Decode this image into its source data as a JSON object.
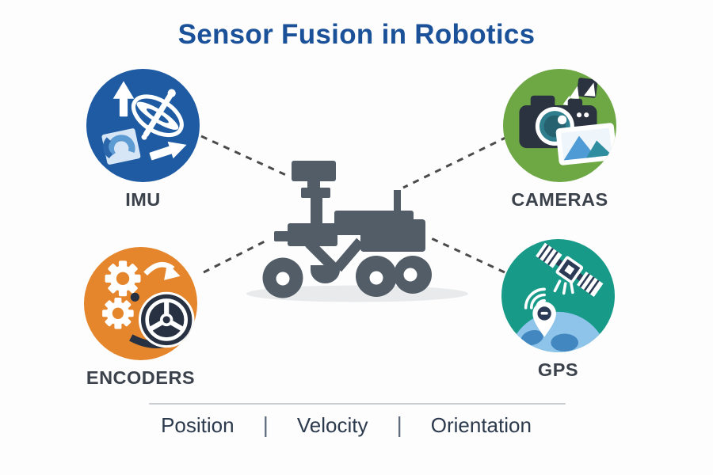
{
  "title": "Sensor Fusion in Robotics",
  "sensors": [
    {
      "id": "imu",
      "label": "IMU",
      "color": "#1e5ba3",
      "icon": "gyroscope-icon"
    },
    {
      "id": "cameras",
      "label": "CAMERAS",
      "color": "#6da845",
      "icon": "camera-icon"
    },
    {
      "id": "encoders",
      "label": "ENCODERS",
      "color": "#e5862d",
      "icon": "gear-wheel-icon"
    },
    {
      "id": "gps",
      "label": "GPS",
      "color": "#179a88",
      "icon": "satellite-globe-icon"
    }
  ],
  "outputs": {
    "items": [
      "Position",
      "Velocity",
      "Orientation"
    ],
    "separator": "|"
  },
  "colors": {
    "title_text": "#1b5199",
    "label_text": "#3b424b",
    "outputs_text": "#2c3a4d",
    "connector_dash": "#4b4b4b",
    "rover_body": "#525d68",
    "rover_shadow": "#e8eaec",
    "background": "#fdfdfd",
    "divider_line": "#c9cdd2"
  }
}
